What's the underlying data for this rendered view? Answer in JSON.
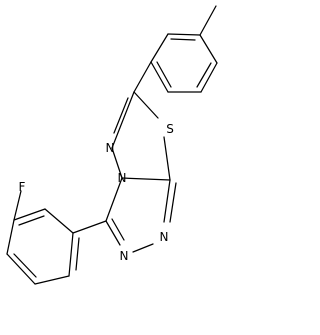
{
  "diagram": {
    "atom_labels": {
      "sulfur": "S",
      "n_thiadiazole": "N",
      "n_bridge": "N",
      "n_triazole_a": "N",
      "n_triazole_b": "N",
      "fluorine": "F"
    },
    "substituent_methyl": "methyl",
    "colors": {
      "bond": "#000000",
      "label": "#000000",
      "background": "#ffffff"
    }
  }
}
